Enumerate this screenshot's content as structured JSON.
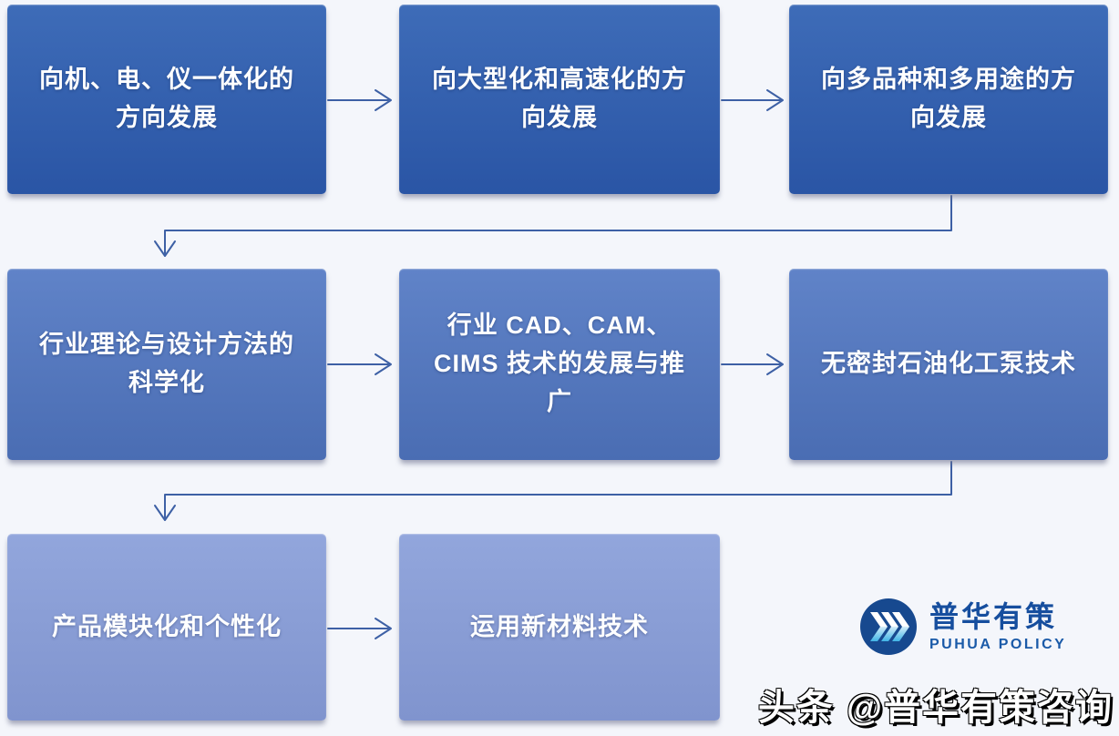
{
  "page": {
    "background_color": "#f4f6fb"
  },
  "flowchart": {
    "connector_color": "#3d60a5",
    "row_colors": {
      "row1_top": "#3e6cb8",
      "row1_bottom": "#2a55a5",
      "row2_top": "#6083c8",
      "row2_bottom": "#4a6db3",
      "row3_top": "#92a6dc",
      "row3_bottom": "#8094ce"
    },
    "boxes": [
      {
        "id": "box-1",
        "row": 1,
        "label": "向机、电、仪一体化的方向发展"
      },
      {
        "id": "box-2",
        "row": 1,
        "label": "向大型化和高速化的方向发展"
      },
      {
        "id": "box-3",
        "row": 1,
        "label": "向多品种和多用途的方向发展"
      },
      {
        "id": "box-4",
        "row": 2,
        "label": "行业理论与设计方法的科学化"
      },
      {
        "id": "box-5",
        "row": 2,
        "label": "行业 CAD、CAM、CIMS 技术的发展与推广"
      },
      {
        "id": "box-6",
        "row": 2,
        "label": "无密封石油化工泵技术"
      },
      {
        "id": "box-7",
        "row": 3,
        "label": "产品模块化和个性化"
      },
      {
        "id": "box-8",
        "row": 3,
        "label": "运用新材料技术"
      }
    ],
    "flow_order": [
      "box-1",
      "box-2",
      "box-3",
      "box-4",
      "box-5",
      "box-6",
      "box-7",
      "box-8"
    ]
  },
  "logo": {
    "name_cn": "普华有策",
    "name_en": "PUHUA POLICY",
    "circle_color": "#17498f",
    "chevron_top_color": "#ffffff",
    "chevron_bottom_color": "#41b4e6",
    "text_color": "#164e9e"
  },
  "watermark": {
    "text": "头条 @普华有策咨询"
  }
}
